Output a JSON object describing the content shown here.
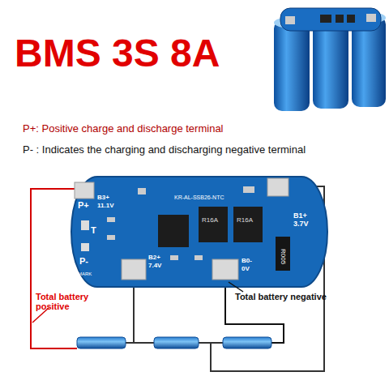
{
  "diagram": {
    "title": "BMS 3S 8A",
    "labels": [
      "P+: Positive charge and discharge terminal",
      "P- : Indicates the charging and discharging negative terminal",
      "P+",
      "T",
      "P-",
      "MARK",
      "B3+",
      "11.1V",
      "KR-AL-SSB26-NTC",
      "R16A",
      "R16A",
      "B1+",
      "3.7V",
      "R005",
      "B2+",
      "7.4V",
      "B0-",
      "0V",
      "Total battery positive",
      "Total battery negative"
    ]
  }
}
